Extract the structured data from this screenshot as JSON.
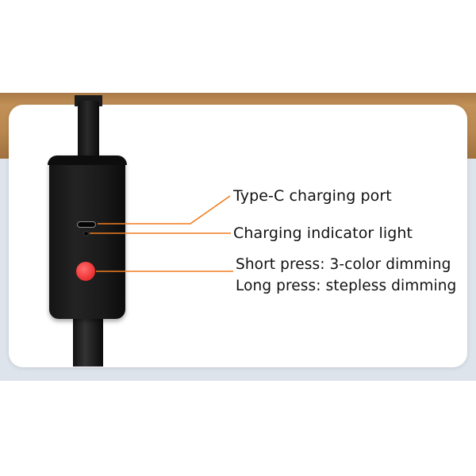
{
  "labels": {
    "type_c_port": "Type-C charging port",
    "indicator_light": "Charging indicator light",
    "short_press": "Short press: 3-color dimming",
    "long_press": "Long press: stepless dimming"
  },
  "colors": {
    "leader_line": "#f07c1e",
    "button": "#f23b3b",
    "device_body": "#1a1a1a",
    "wood": "#b9884f"
  },
  "icons": [
    "type-c-port-icon",
    "indicator-light-icon",
    "dimming-button-icon"
  ]
}
